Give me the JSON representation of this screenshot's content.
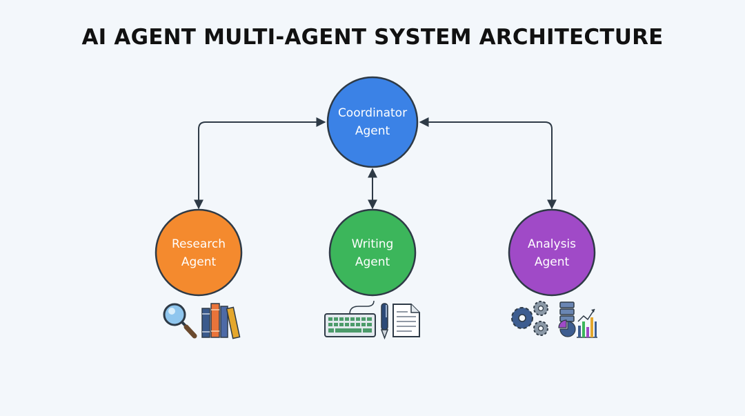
{
  "title": "AI AGENT MULTI-AGENT SYSTEM ARCHITECTURE",
  "colors": {
    "background": "#f3f7fb",
    "coordinator": "#3b82e6",
    "research": "#f48a2e",
    "writing": "#3cb65b",
    "analysis": "#a04ac7",
    "stroke": "#2e3a46"
  },
  "nodes": {
    "coordinator": {
      "line1": "Coordinator",
      "line2": "Agent"
    },
    "research": {
      "line1": "Research",
      "line2": "Agent",
      "icons": [
        "magnifier-icon",
        "books-icon"
      ]
    },
    "writing": {
      "line1": "Writing",
      "line2": "Agent",
      "icons": [
        "keyboard-icon",
        "pen-icon",
        "document-icon"
      ]
    },
    "analysis": {
      "line1": "Analysis",
      "line2": "Agent",
      "icons": [
        "gears-icon",
        "database-icon",
        "chart-icon"
      ]
    }
  },
  "connections": [
    {
      "from": "coordinator",
      "to": "research",
      "direction": "bidirectional"
    },
    {
      "from": "coordinator",
      "to": "writing",
      "direction": "bidirectional"
    },
    {
      "from": "coordinator",
      "to": "analysis",
      "direction": "bidirectional"
    }
  ]
}
